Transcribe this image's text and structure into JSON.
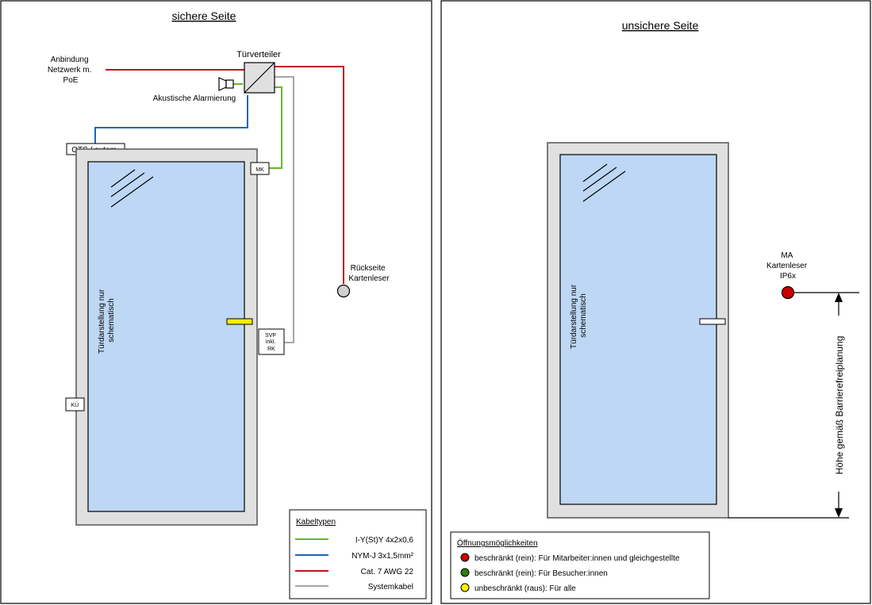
{
  "left_panel": {
    "title": "sichere Seite",
    "title_color": "#77933c",
    "network": [
      "Anbindung",
      "Netzwerk m.",
      "PoE"
    ],
    "distributor": "Türverteiler",
    "alarm": "Akustische Alarmierung",
    "ots": "OTS / autom.",
    "mk": "MK",
    "svp": [
      "SVP",
      "inkl.",
      "RK"
    ],
    "ku": "KÜ",
    "reader": [
      "Rückseite",
      "Kartenleser"
    ],
    "door_note": [
      "Türdarstellung nur",
      "schematisch"
    ]
  },
  "right_panel": {
    "title": "unsichere Seite",
    "title_color": "#ff0000",
    "reader": [
      "MA",
      "Kartenleser",
      "IP6x"
    ],
    "reader_color": "#cc0000",
    "height_label": "Höhe gemäß Barrierefreiplanung",
    "door_note": [
      "Türdarstellung nur",
      "schematisch"
    ]
  },
  "cable_legend": {
    "title": "Kabeltypen",
    "items": [
      {
        "label": "I-Y(St)Y 4x2x0,6",
        "color": "#6ab42d"
      },
      {
        "label": "NYM-J 3x1,5mm²",
        "color": "#1f66b5"
      },
      {
        "label": "Cat. 7 AWG 22",
        "color": "#c0141c"
      },
      {
        "label": "Systemkabel",
        "color": "#a6a6a6"
      }
    ]
  },
  "opening_legend": {
    "title": "Öffnungsmöglichkeiten",
    "items": [
      {
        "label": "beschränkt (rein): Für Mitarbeiter:innen und gleichgestellte",
        "color": "#cc0000"
      },
      {
        "label": "beschränkt (rein): Für Besucher:innen",
        "color": "#2e7d0f"
      },
      {
        "label": "unbeschränkt (raus): Für alle",
        "color": "#ffee00"
      }
    ]
  },
  "colors": {
    "glass": "#bdd7f5",
    "frame": "#e0e0e0"
  }
}
